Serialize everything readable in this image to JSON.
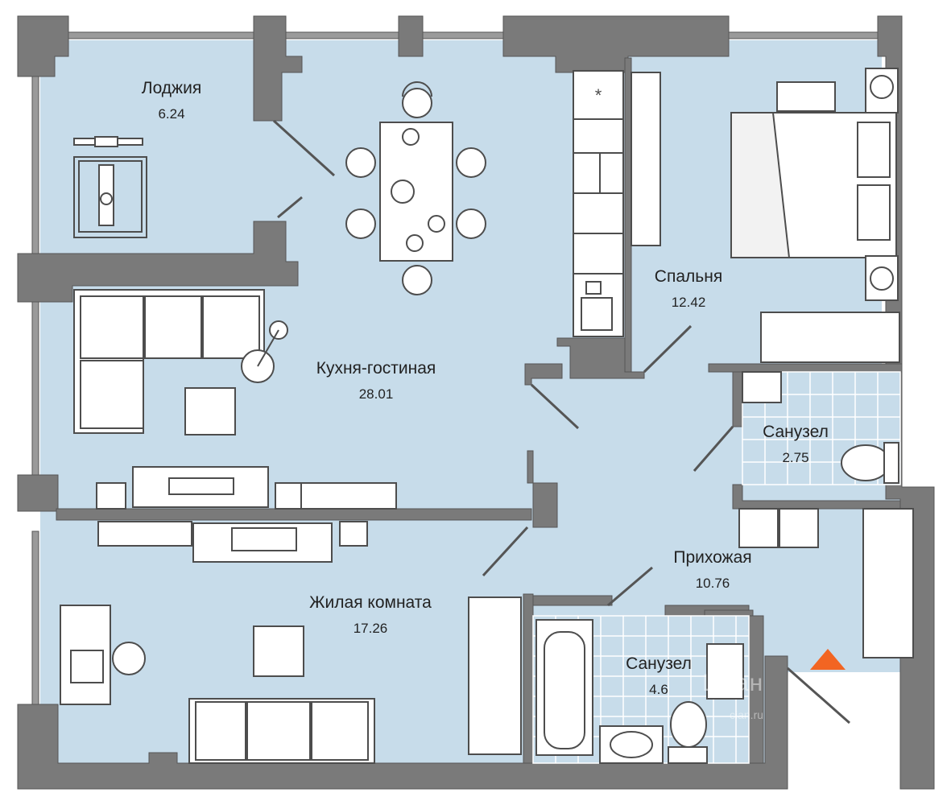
{
  "rooms": [
    {
      "id": "loggia",
      "name": "Лоджия",
      "area": "6.24"
    },
    {
      "id": "kitchen_living",
      "name": "Кухня-гостиная",
      "area": "28.01"
    },
    {
      "id": "bedroom",
      "name": "Спальня",
      "area": "12.42"
    },
    {
      "id": "bathroom_small",
      "name": "Санузел",
      "area": "2.75"
    },
    {
      "id": "hallway",
      "name": "Прихожая",
      "area": "10.76"
    },
    {
      "id": "living_room",
      "name": "Жилая комната",
      "area": "17.26"
    },
    {
      "id": "bathroom_large",
      "name": "Санузел",
      "area": "4.6"
    }
  ],
  "entrance_marker": {
    "icon": "entrance-triangle-icon",
    "color": "#f26522"
  },
  "colors": {
    "floor": "#c7dcea",
    "wall": "#7a7a7a",
    "furniture_stroke": "#4d4d4d",
    "tile": "#c7dcea"
  },
  "watermark": {
    "main": "Циан",
    "sub": "cian.ru"
  }
}
